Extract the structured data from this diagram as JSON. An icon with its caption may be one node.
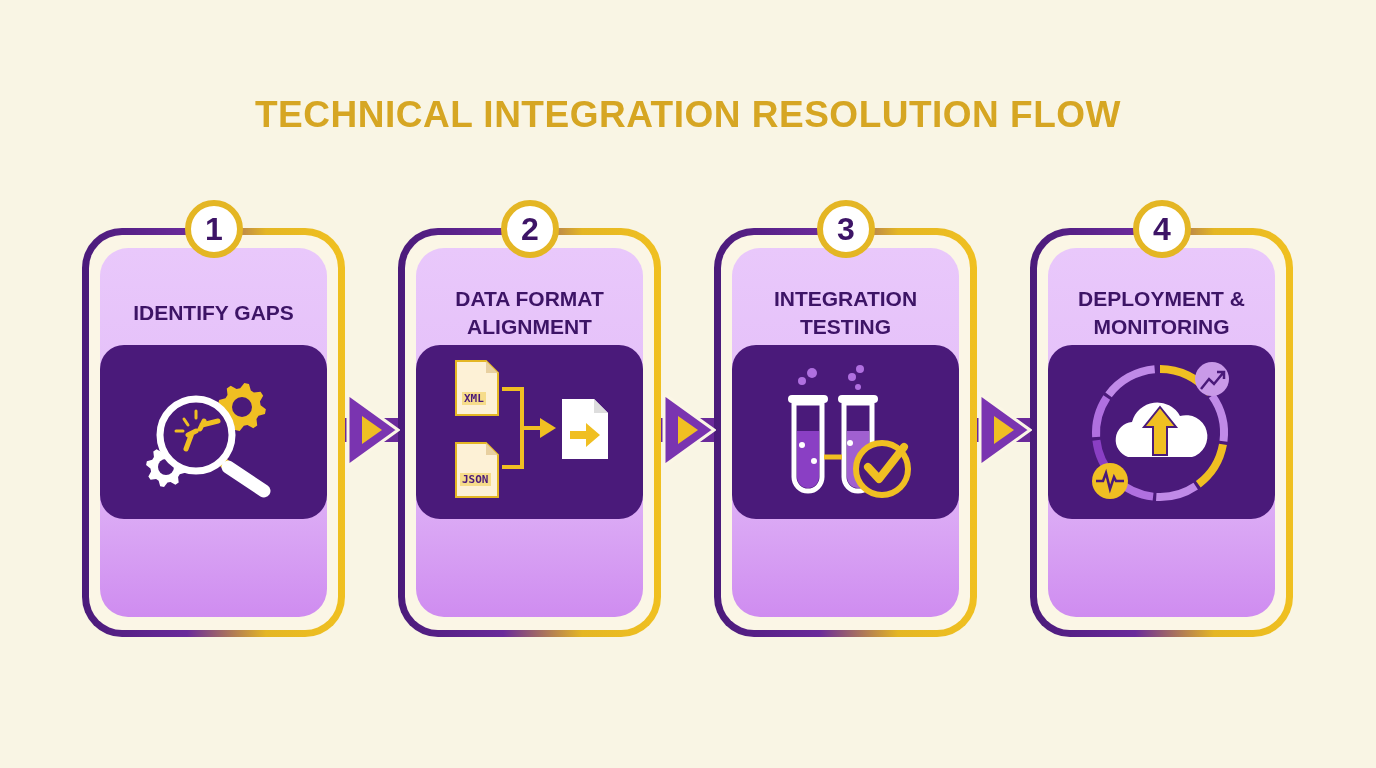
{
  "diagram": {
    "title": "TECHNICAL INTEGRATION RESOLUTION FLOW",
    "nodes": [
      {
        "text": [
          "1",
          "IDENTIFY GAPS"
        ]
      },
      {
        "text": [
          "2",
          "DATA FORMAT ALIGNMENT"
        ]
      },
      {
        "text": [
          "3",
          "INTEGRATION TESTING"
        ]
      },
      {
        "text": [
          "4",
          "DEPLOYMENT & MONITORING"
        ]
      }
    ],
    "edges": [
      {
        "from": 0,
        "to": 1,
        "arrow": "to"
      },
      {
        "from": 1,
        "to": 2,
        "arrow": "to"
      },
      {
        "from": 2,
        "to": 3,
        "arrow": "to"
      }
    ],
    "labels": [
      "XML",
      "JSON"
    ]
  }
}
